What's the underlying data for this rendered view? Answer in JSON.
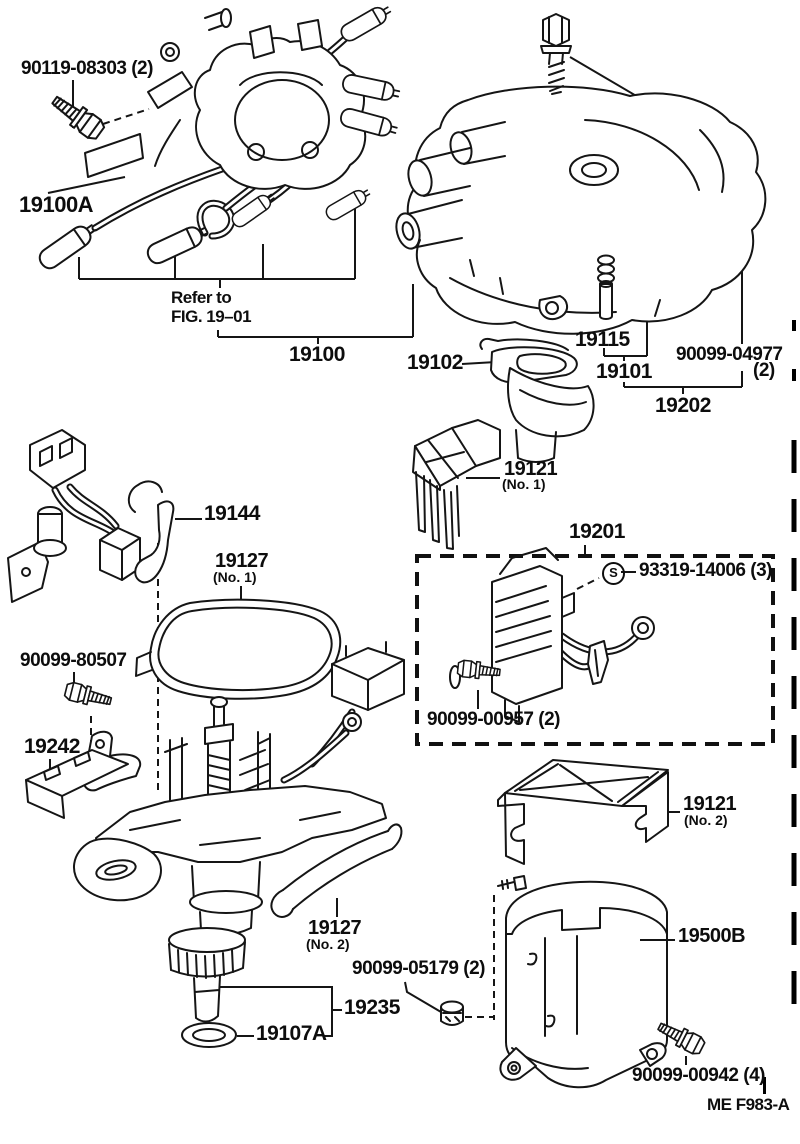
{
  "figure": {
    "code": "ME F983-A",
    "refer_note": {
      "line1": "Refer to",
      "line2": "FIG. 19–01"
    }
  },
  "callouts": {
    "c90119_08303": "90119-08303 (2)",
    "c19100A": "19100A",
    "c19100": "19100",
    "c19102": "19102",
    "c19115": "19115",
    "c19101": "19101",
    "c90099_04977": "90099-04977",
    "c90099_04977_qty": "(2)",
    "c19202": "19202",
    "c19121_no1": "19121",
    "c19121_no1_sub": "(No. 1)",
    "c19144": "19144",
    "c19127_no1": "19127",
    "c19127_no1_sub": "(No. 1)",
    "c19201": "19201",
    "c93319_prefix": "S",
    "c93319_14006": "93319-14006 (3)",
    "c90099_80507": "90099-80507",
    "c90099_00957": "90099-00957 (2)",
    "c19242": "19242",
    "c19121_no2": "19121",
    "c19121_no2_sub": "(No. 2)",
    "c19127_no2": "19127",
    "c19127_no2_sub": "(No. 2)",
    "c19500B": "19500B",
    "c90099_05179": "90099-05179 (2)",
    "c19235": "19235",
    "c19107A": "19107A",
    "c90099_00942": "90099-00942 (4)"
  }
}
